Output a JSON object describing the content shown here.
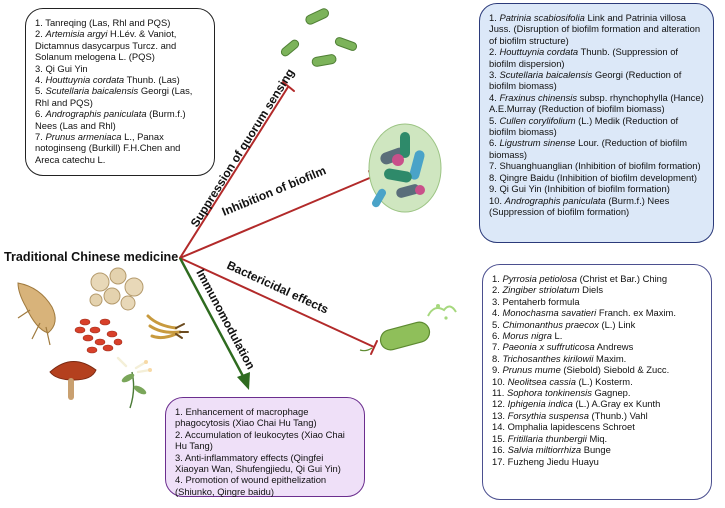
{
  "title": "Traditional Chinese medicine",
  "branches": {
    "quorum": "Suppression of quorum sensing",
    "biofilm": "Inhibition of biofilm",
    "bactericidal": "Bactericidal effects",
    "immuno": "Immunomodulation"
  },
  "quorum_sensing_list": [
    {
      "n": "1.",
      "name": "",
      "text": "Tanreqing (Las, Rhl and PQS)"
    },
    {
      "n": "2.",
      "name": "Artemisia argyi",
      "text": "H.Lév. & Vaniot, Dictamnus dasycarpus Turcz. and Solanum melogena L. (PQS)"
    },
    {
      "n": "3.",
      "name": "",
      "text": "Qi Gui Yin"
    },
    {
      "n": "4.",
      "name": "Houttuynia cordata",
      "text": "Thunb. (Las)"
    },
    {
      "n": "5.",
      "name": "Scutellaria baicalensis",
      "text": "Georgi (Las, Rhl and PQS)"
    },
    {
      "n": "6.",
      "name": "Andrographis paniculata",
      "text": "(Burm.f.) Nees (Las and Rhl)"
    },
    {
      "n": "7.",
      "name": "Prunus armeniaca",
      "text": "L., Panax notoginseng (Burkill) F.H.Chen and Areca catechu L."
    }
  ],
  "biofilm_list": [
    {
      "n": "1.",
      "name": "Patrinia scabiosifolia",
      "text": "Link and Patrinia villosa Juss. (Disruption of biofilm formation and alteration of biofilm structure)"
    },
    {
      "n": "2.",
      "name": "Houttuynia cordata",
      "text": "Thunb. (Suppression of biofilm dispersion)"
    },
    {
      "n": "3.",
      "name": "Scutellaria baicalensis",
      "text": "Georgi (Reduction of biofilm biomass)"
    },
    {
      "n": "4.",
      "name": "Fraxinus chinensis",
      "text": "subsp. rhynchophylla (Hance) A.E.Murray (Reduction of biofilm biomass)"
    },
    {
      "n": "5.",
      "name": "Cullen corylifolium",
      "text": "(L.) Medik (Reduction of biofilm biomass)"
    },
    {
      "n": "6.",
      "name": "Ligustrum sinense",
      "text": "Lour. (Reduction of biofilm biomass)"
    },
    {
      "n": "7.",
      "name": "",
      "text": "Shuanghuanglian (Inhibition of biofilm formation)"
    },
    {
      "n": "8.",
      "name": "",
      "text": "Qingre Baidu (Inhibition of biofilm development)"
    },
    {
      "n": "9.",
      "name": "",
      "text": "Qi Gui Yin (Inhibition of biofilm formation)"
    },
    {
      "n": "10.",
      "name": "Andrographis paniculata",
      "text": "(Burm.f.) Nees (Suppression of biofilm formation)"
    }
  ],
  "bactericidal_list": [
    {
      "n": "1.",
      "name": "Pyrrosia petiolosa",
      "text": "(Christ et Bar.) Ching"
    },
    {
      "n": "2.",
      "name": "Zingiber striolatum",
      "text": "Diels"
    },
    {
      "n": "3.",
      "name": "",
      "text": "Pentaherb formula"
    },
    {
      "n": "4.",
      "name": "Monochasma savatieri",
      "text": "Franch. ex Maxim."
    },
    {
      "n": "5.",
      "name": "Chimonanthus praecox",
      "text": "(L.) Link"
    },
    {
      "n": "6.",
      "name": "Morus nigra",
      "text": "L."
    },
    {
      "n": "7.",
      "name": "Paeonia x suffruticosa",
      "text": "Andrews"
    },
    {
      "n": "8.",
      "name": "Trichosanthes kirilowii",
      "text": "Maxim."
    },
    {
      "n": "9.",
      "name": "Prunus mume",
      "text": "(Siebold) Siebold & Zucc."
    },
    {
      "n": "10.",
      "name": "Neolitsea cassia",
      "text": "(L.) Kosterm."
    },
    {
      "n": "11.",
      "name": "Sophora tonkinensis",
      "text": "Gagnep."
    },
    {
      "n": "12.",
      "name": "Iphigenia indica",
      "text": "(L.) A.Gray ex Kunth"
    },
    {
      "n": "13.",
      "name": "Forsythia suspensa",
      "text": "(Thunb.) Vahl"
    },
    {
      "n": "14.",
      "name": "",
      "text": "Omphalia lapidescens Schroet"
    },
    {
      "n": "15.",
      "name": "Fritillaria thunbergii",
      "text": "Miq."
    },
    {
      "n": "16.",
      "name": "Salvia miltiorrhiza",
      "text": "Bunge"
    },
    {
      "n": "17.",
      "name": "",
      "text": "Fuzheng Jiedu Huayu"
    }
  ],
  "immuno_list": [
    {
      "n": "1.",
      "name": "",
      "text": "Enhancement of macrophage phagocytosis (Xiao Chai Hu Tang)"
    },
    {
      "n": "2.",
      "name": "",
      "text": "Accumulation of leukocytes (Xiao Chai Hu Tang)"
    },
    {
      "n": "3.",
      "name": "",
      "text": "Anti-inflammatory effects (Qingfei Xiaoyan Wan, Shufengjiedu, Qi Gui Yin)"
    },
    {
      "n": "4.",
      "name": "",
      "text": "Promotion of wound epithelization (Shiunko, Qingre baidu)"
    }
  ],
  "colors": {
    "inhibit_line": "#b22a2a",
    "immuno_arrow": "#2e6b1f",
    "biofilm_box": "#dce8f8",
    "immuno_box": "#efe0f8"
  },
  "icons": [
    "bacteria-cluster-icon",
    "biofilm-icon",
    "lysed-bacterium-icon",
    "herbs-illustration"
  ]
}
